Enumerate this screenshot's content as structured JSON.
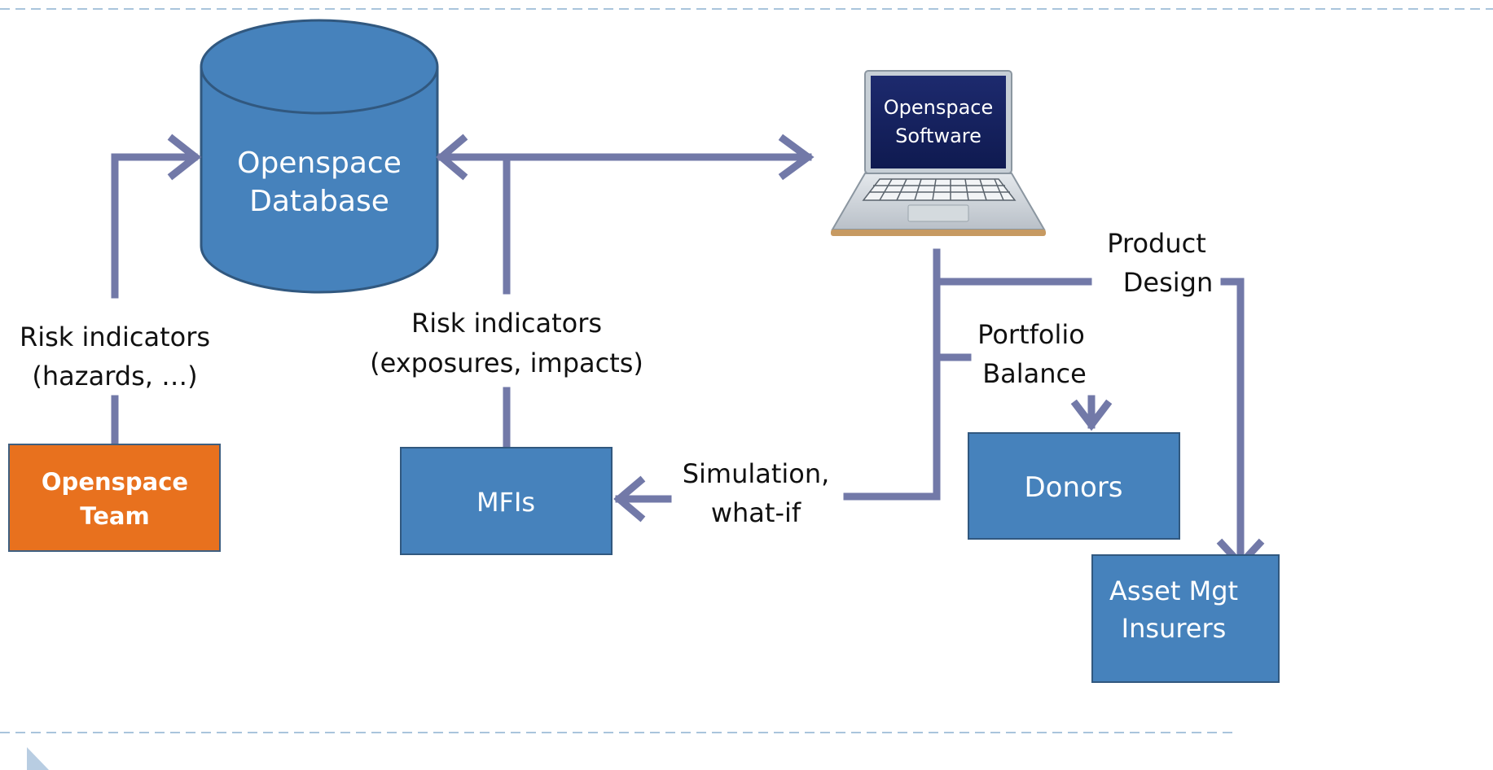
{
  "database": {
    "line1": "Openspace",
    "line2": "Database"
  },
  "software": {
    "line1": "Openspace",
    "line2": "Software"
  },
  "team": {
    "line1": "Openspace",
    "line2": "Team"
  },
  "mfis": {
    "label": "MFIs"
  },
  "donors": {
    "label": "Donors"
  },
  "asset": {
    "line1": "Asset Mgt",
    "line2": "Insurers"
  },
  "labels": {
    "risk_left_1": "Risk indicators",
    "risk_left_2": "(hazards, …)",
    "risk_mid_1": "Risk indicators",
    "risk_mid_2": "(exposures, impacts)",
    "sim_1": "Simulation,",
    "sim_2": "what-if",
    "portfolio_1": "Portfolio",
    "portfolio_2": "Balance",
    "product_1": "Product",
    "product_2": "Design"
  },
  "colors": {
    "box_blue": "#4682bc",
    "box_border": "#31587f",
    "team_orange": "#e8711e",
    "connector": "#7279a8",
    "divider": "#a9c4dc"
  }
}
